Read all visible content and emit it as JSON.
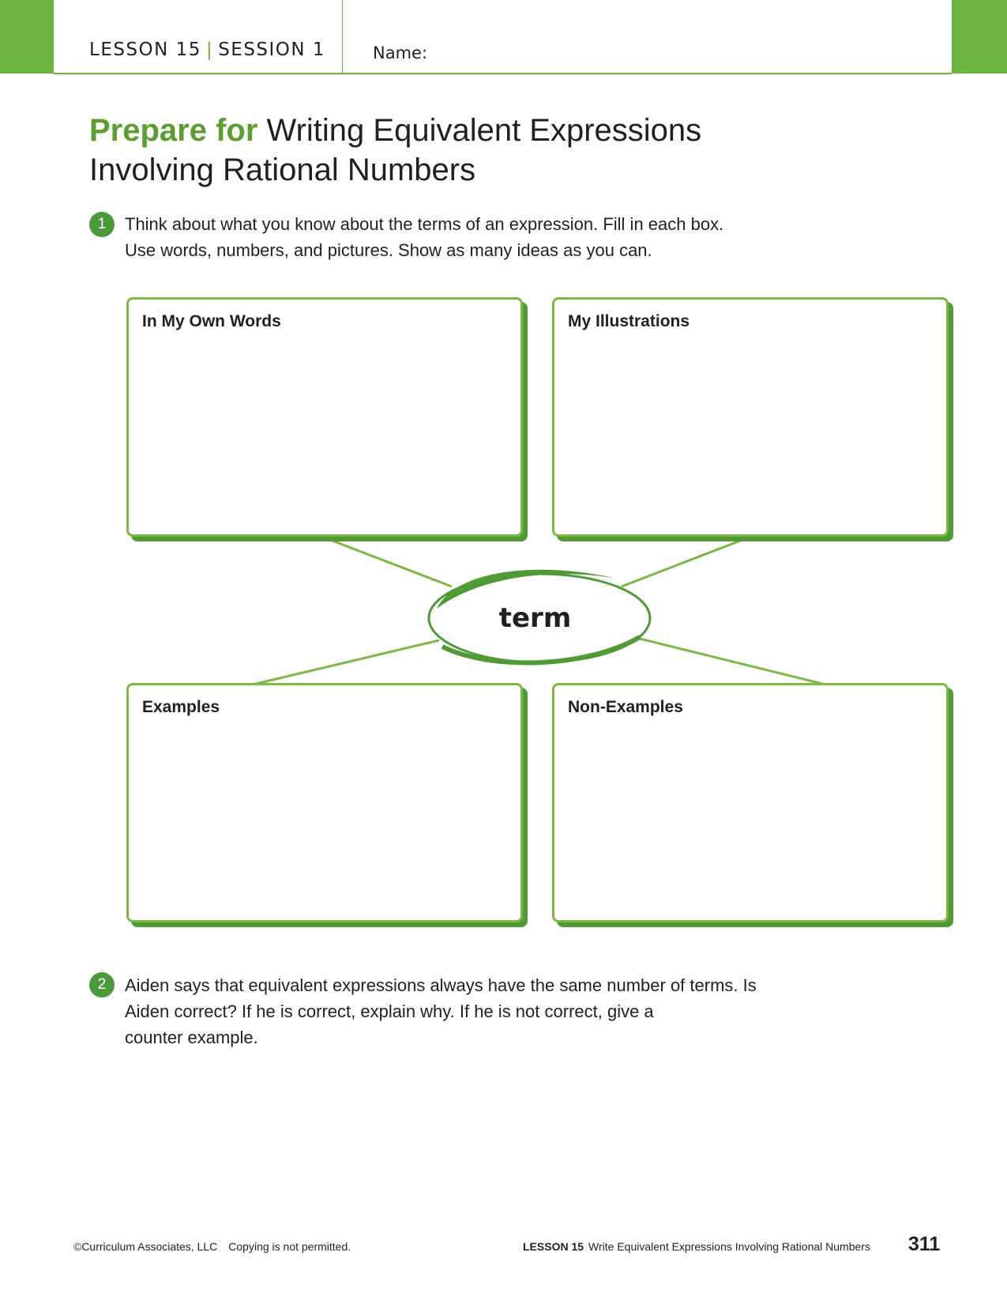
{
  "header": {
    "lesson": "LESSON 15",
    "session": "SESSION 1",
    "name_label": "Name:"
  },
  "title": {
    "prefix": "Prepare for",
    "line1": "Writing Equivalent Expressions",
    "line2": "Involving Rational Numbers"
  },
  "question1": {
    "number": "1",
    "line1": "Think about what you know about the terms of an expression. Fill in each box.",
    "line2": "Use words, numbers, and pictures. Show as many ideas as you can."
  },
  "organizer": {
    "center_word": "term",
    "boxes": {
      "top_left": "In My Own Words",
      "top_right": "My Illustrations",
      "bottom_left": "Examples",
      "bottom_right": "Non-Examples"
    },
    "colors": {
      "border": "#7cb842",
      "shadow": "#4f9a35",
      "oval": "#4f9a35"
    }
  },
  "question2": {
    "number": "2",
    "line1": "Aiden says that equivalent expressions always have the same number of terms. Is",
    "line2": "Aiden correct? If he is correct, explain why. If he is not correct, give a",
    "line3": "counter example."
  },
  "footer": {
    "copyright": "©Curriculum Associates, LLC",
    "copy_notice": "Copying is not permitted.",
    "lesson": "LESSON 15",
    "lesson_title": "Write Equivalent Expressions Involving Rational Numbers",
    "page_number": "311"
  },
  "colors": {
    "accent": "#6db33f",
    "title_green": "#5a9e2f",
    "badge": "#4a9a3a"
  }
}
